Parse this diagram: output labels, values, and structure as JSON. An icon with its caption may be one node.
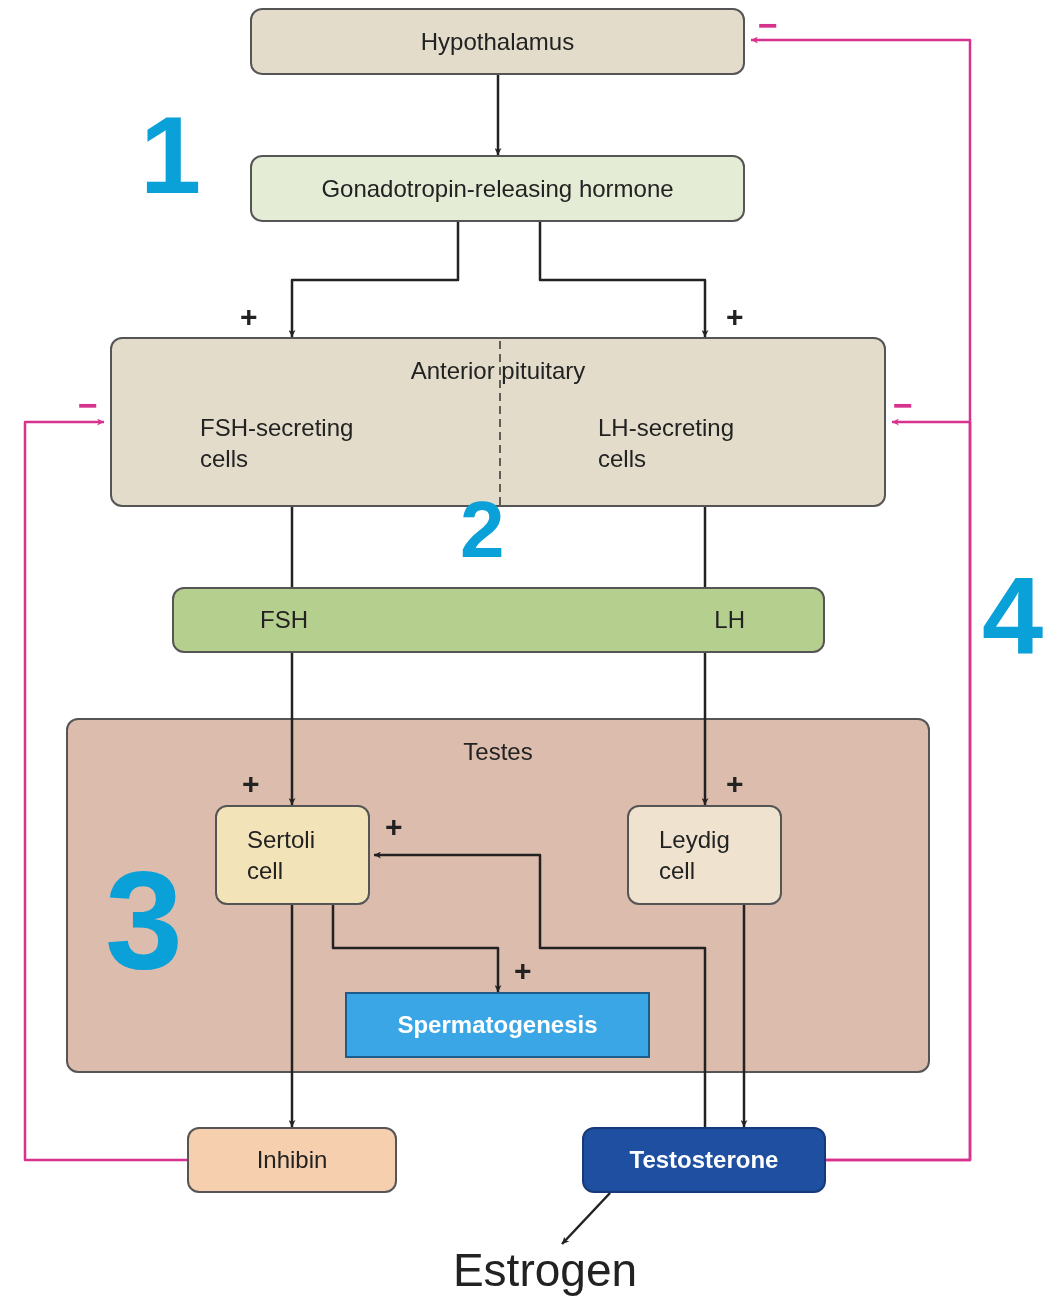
{
  "diagram": {
    "nodes": [
      {
        "text": [
          "Hypothalamus"
        ]
      },
      {
        "text": [
          "Gonadotropin-releasing hormone"
        ]
      },
      {
        "text": [
          "Anterior pituitary"
        ]
      },
      {
        "text": [
          "FSH-secreting cells"
        ],
        "in": 2
      },
      {
        "text": [
          "LH-secreting cells"
        ],
        "in": 2
      },
      {
        "text": [
          "FSH",
          "LH"
        ]
      },
      {
        "text": [
          "Testes"
        ]
      },
      {
        "text": [
          "Sertoli cell"
        ],
        "in": 6
      },
      {
        "text": [
          "Leydig cell"
        ],
        "in": 6
      },
      {
        "text": [
          "Spermatogenesis"
        ],
        "in": 6
      },
      {
        "text": [
          "Inhibin"
        ]
      },
      {
        "text": [
          "Testosterone"
        ]
      },
      {
        "text": [
          "Estrogen"
        ]
      }
    ],
    "edges": [
      {
        "from": 0,
        "to": 1,
        "arrow": "to"
      },
      {
        "from": 1,
        "to": 2,
        "arrow": "to"
      },
      {
        "from": 1,
        "to": 2,
        "arrow": "to"
      },
      {
        "from": 2,
        "to": 5,
        "arrow": "none"
      },
      {
        "from": 2,
        "to": 5,
        "arrow": "none"
      },
      {
        "from": 5,
        "to": 7,
        "arrow": "to"
      },
      {
        "from": 5,
        "to": 8,
        "arrow": "to"
      },
      {
        "from": 7,
        "to": 9,
        "arrow": "to"
      },
      {
        "from": 11,
        "to": 7,
        "arrow": "to"
      },
      {
        "from": 7,
        "to": 10,
        "arrow": "to"
      },
      {
        "from": 8,
        "to": 11,
        "arrow": "to"
      },
      {
        "from": 11,
        "to": 12,
        "arrow": "to"
      },
      {
        "from": 10,
        "to": 2,
        "arrow": "to",
        "color": "#d6338f"
      },
      {
        "from": 11,
        "to": 2,
        "arrow": "to",
        "color": "#d6338f"
      },
      {
        "from": 11,
        "to": 0,
        "arrow": "to",
        "color": "#d6338f"
      }
    ],
    "labels": [
      "−",
      "1",
      "+",
      "+",
      "−",
      "−",
      "2",
      "4",
      "+",
      "+",
      "+",
      "3",
      "+"
    ]
  }
}
